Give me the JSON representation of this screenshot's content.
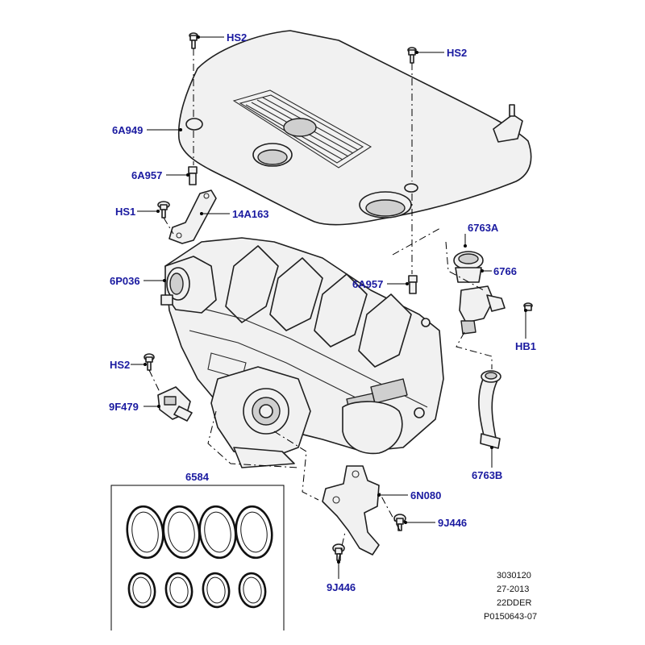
{
  "callouts": {
    "hs2_top_left": "HS2",
    "hs2_top_right": "HS2",
    "part_6a949": "6A949",
    "part_6a957_upper": "6A957",
    "hs1": "HS1",
    "part_14a163": "14A163",
    "part_6763a": "6763A",
    "part_6766": "6766",
    "part_6p036": "6P036",
    "part_6a957_lower": "6A957",
    "hb1": "HB1",
    "hs2_left": "HS2",
    "part_9f479": "9F479",
    "part_6763b": "6763B",
    "part_6584": "6584",
    "part_6n080": "6N080",
    "part_9j446_right": "9J446",
    "part_9j446_bottom": "9J446"
  },
  "reference": {
    "line1": "3030120",
    "line2": "27-2013",
    "line3": "22DDER",
    "line4": "P0150643-07"
  },
  "colors": {
    "callout_text": "#1a1aa0",
    "outline": "#1f1f1f"
  }
}
